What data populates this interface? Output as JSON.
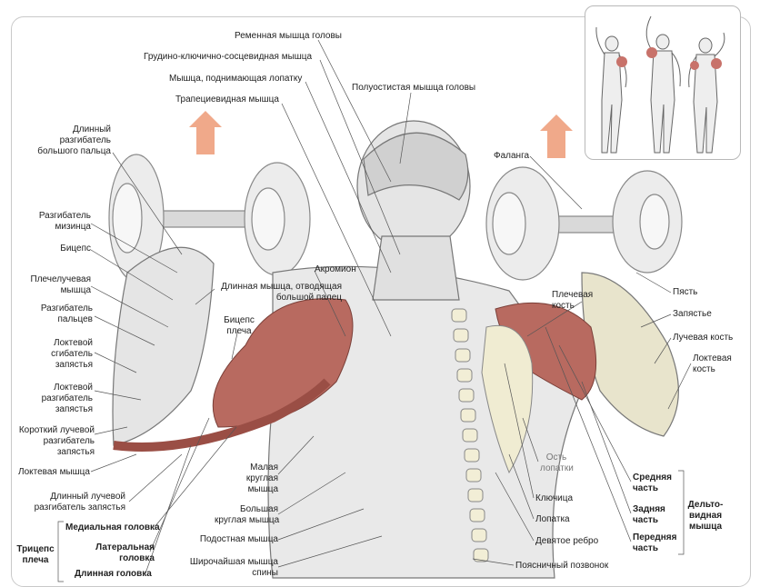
{
  "labels": {
    "splenius": "Ременная мышца головы",
    "scm": "Грудино-ключично-сосцевидная мышца",
    "levator": "Мышца, поднимающая лопатку",
    "trapezius": "Трапециевидная мышца",
    "semispinalis": "Полуостистая мышца головы",
    "ext_pollicis_longus": [
      "Длинный",
      "разгибатель",
      "большого пальца"
    ],
    "ext_digiti_minimi": [
      "Разгибатель",
      "мизинца"
    ],
    "biceps": "Бицепс",
    "brachioradialis": [
      "Плечелучевая",
      "мышца"
    ],
    "ext_digitorum": [
      "Разгибатель",
      "пальцев"
    ],
    "flexor_carpi_ulnaris": [
      "Локтевой",
      "сгибатель",
      "запястья"
    ],
    "ext_carpi_ulnaris": [
      "Локтевой",
      "разгибатель",
      "запястья"
    ],
    "ext_carpi_radialis_brevis": [
      "Короткий лучевой",
      "разгибатель",
      "запястья"
    ],
    "anconeus": "Локтевая мышца",
    "ext_carpi_radialis_longus": [
      "Длинный лучевой",
      "разгибатель запястья"
    ],
    "abductor_pollicis_longus": [
      "Длинная мышца, отводящая",
      "большой палец"
    ],
    "biceps_brachii": [
      "Бицепс",
      "плеча"
    ],
    "acromion": "Акромион",
    "teres_minor": [
      "Малая",
      "круглая",
      "мышца"
    ],
    "teres_major": [
      "Большая",
      "круглая мышца"
    ],
    "infraspinatus": "Подостная мышца",
    "latissimus": [
      "Широчайшая мышца",
      "спины"
    ],
    "phalanx": "Фаланга",
    "humerus": [
      "Плечевая",
      "кость"
    ],
    "wrist_hand": "Пясть",
    "wrist": "Запястье",
    "radius": "Лучевая кость",
    "ulna": [
      "Локтевая",
      "кость"
    ],
    "spine_scapula": [
      "Ость",
      "лопатки"
    ],
    "clavicle": "Ключица",
    "scapula": "Лопатка",
    "ninth_rib": "Девятое ребро",
    "lumbar": "Поясничный позвонок"
  },
  "triceps": {
    "title": [
      "Трицепс",
      "плеча"
    ],
    "medial": "Медиальная головка",
    "lateral": [
      "Латеральная",
      "головка"
    ],
    "long": "Длинная головка"
  },
  "deltoid": {
    "title": [
      "Дельто-",
      "видная",
      "мышца"
    ],
    "middle": [
      "Средняя",
      "часть"
    ],
    "rear": [
      "Задняя",
      "часть"
    ],
    "front": [
      "Передняя",
      "часть"
    ]
  },
  "colors": {
    "arrow": "#f0a98a",
    "muscle_red": "#b86a60",
    "muscle_gray": "#e8e8e8",
    "bone": "#eee9c8",
    "line": "#555555"
  },
  "icons": [
    "up-arrow-icon",
    "dumbbell-icon",
    "body-figure-icon"
  ]
}
